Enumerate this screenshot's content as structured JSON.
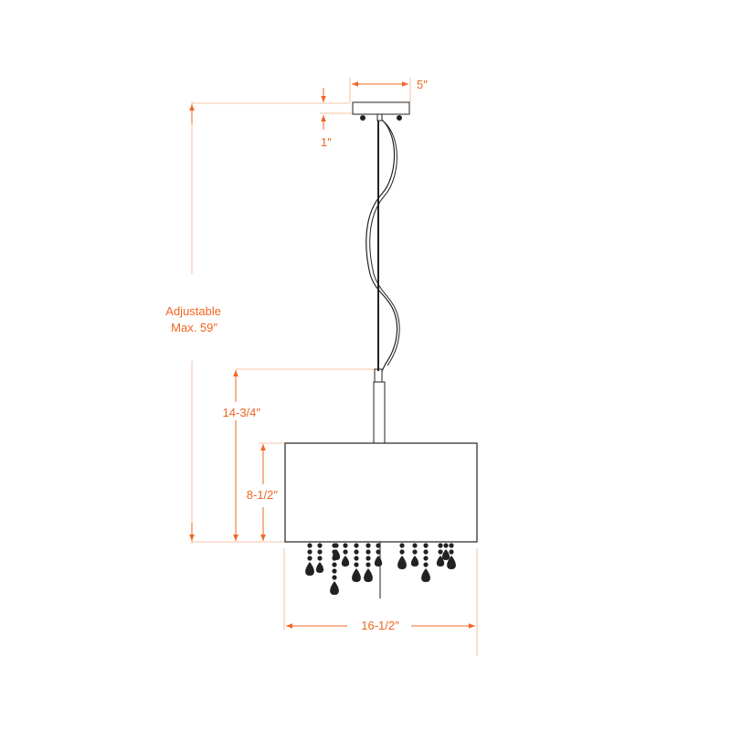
{
  "diagram": {
    "dimensions": {
      "canopy_width": "5″",
      "canopy_height": "1″",
      "overall_height": "Adjustable",
      "overall_height_max": "Max. 59″",
      "fixture_height": "14-3/4″",
      "shade_height": "8-1/2″",
      "shade_width": "16-1/2″"
    }
  },
  "colors": {
    "dimension": "#f26522",
    "extension": "#f5b08a",
    "drawing": "#222222"
  }
}
